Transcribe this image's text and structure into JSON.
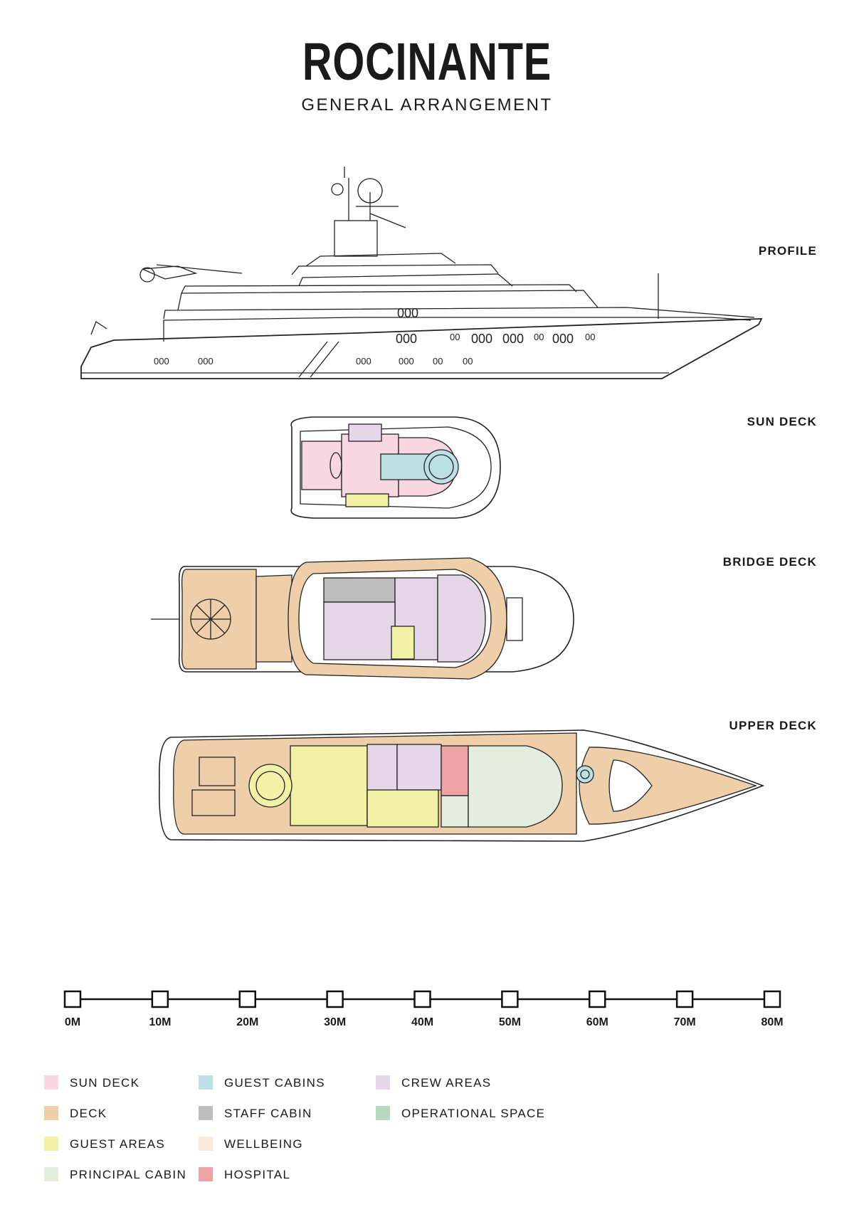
{
  "header": {
    "title": "ROCINANTE",
    "subtitle": "GENERAL ARRANGEMENT"
  },
  "decks": {
    "profile": "PROFILE",
    "sun_deck": "SUN DECK",
    "bridge_deck": "BRIDGE DECK",
    "upper_deck": "UPPER DECK"
  },
  "scale": {
    "ticks": [
      "0M",
      "10M",
      "20M",
      "30M",
      "40M",
      "50M",
      "60M",
      "70M",
      "80M"
    ]
  },
  "legend": [
    {
      "label": "SUN DECK",
      "color": "#f9d7e2"
    },
    {
      "label": "DECK",
      "color": "#efcfa9"
    },
    {
      "label": "GUEST AREAS",
      "color": "#f1f2a6"
    },
    {
      "label": "PRINCIPAL CABIN",
      "color": "#e3eedd"
    },
    {
      "label": "GUEST CABINS",
      "color": "#bde0e4"
    },
    {
      "label": "STAFF CABIN",
      "color": "#bdbdbd"
    },
    {
      "label": "WELLBEING",
      "color": "#fdeadb"
    },
    {
      "label": "HOSPITAL",
      "color": "#eea3a6"
    },
    {
      "label": "CREW AREAS",
      "color": "#e6d7e8"
    },
    {
      "label": "OPERATIONAL SPACE",
      "color": "#b6d9bf"
    }
  ]
}
